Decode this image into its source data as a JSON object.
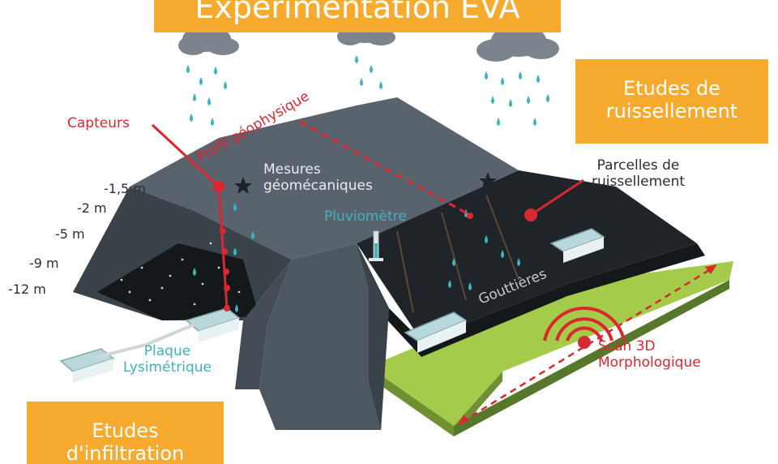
{
  "title": "Expérimentation EVA",
  "boxes": {
    "ruissellement": {
      "line1": "Etudes de",
      "line2": "ruissellement"
    },
    "infiltration": {
      "line1": "Etudes",
      "line2": "d'infiltration"
    }
  },
  "labels": {
    "capteurs": "Capteurs",
    "profil": "Profil géophysique",
    "mesures_line1": "Mesures",
    "mesures_line2": "géomécaniques",
    "pluviometre": "Pluviomètre",
    "parcelles_line1": "Parcelles de",
    "parcelles_line2": "ruissellement",
    "gouttieres": "Gouttières",
    "scan_line1": "Scan 3D",
    "scan_line2": "Morphologique",
    "plaque_line1": "Plaque",
    "plaque_line2": "Lysimétrique"
  },
  "depths": [
    "-1,5 m",
    "-2 m",
    "-5 m",
    "-9 m",
    "-12 m"
  ],
  "colors": {
    "box": "#f6ab2f",
    "red": "#d9282f",
    "cyan": "#3fb3bd",
    "rock": "#4b5560",
    "grass": "#a4cc4a"
  }
}
